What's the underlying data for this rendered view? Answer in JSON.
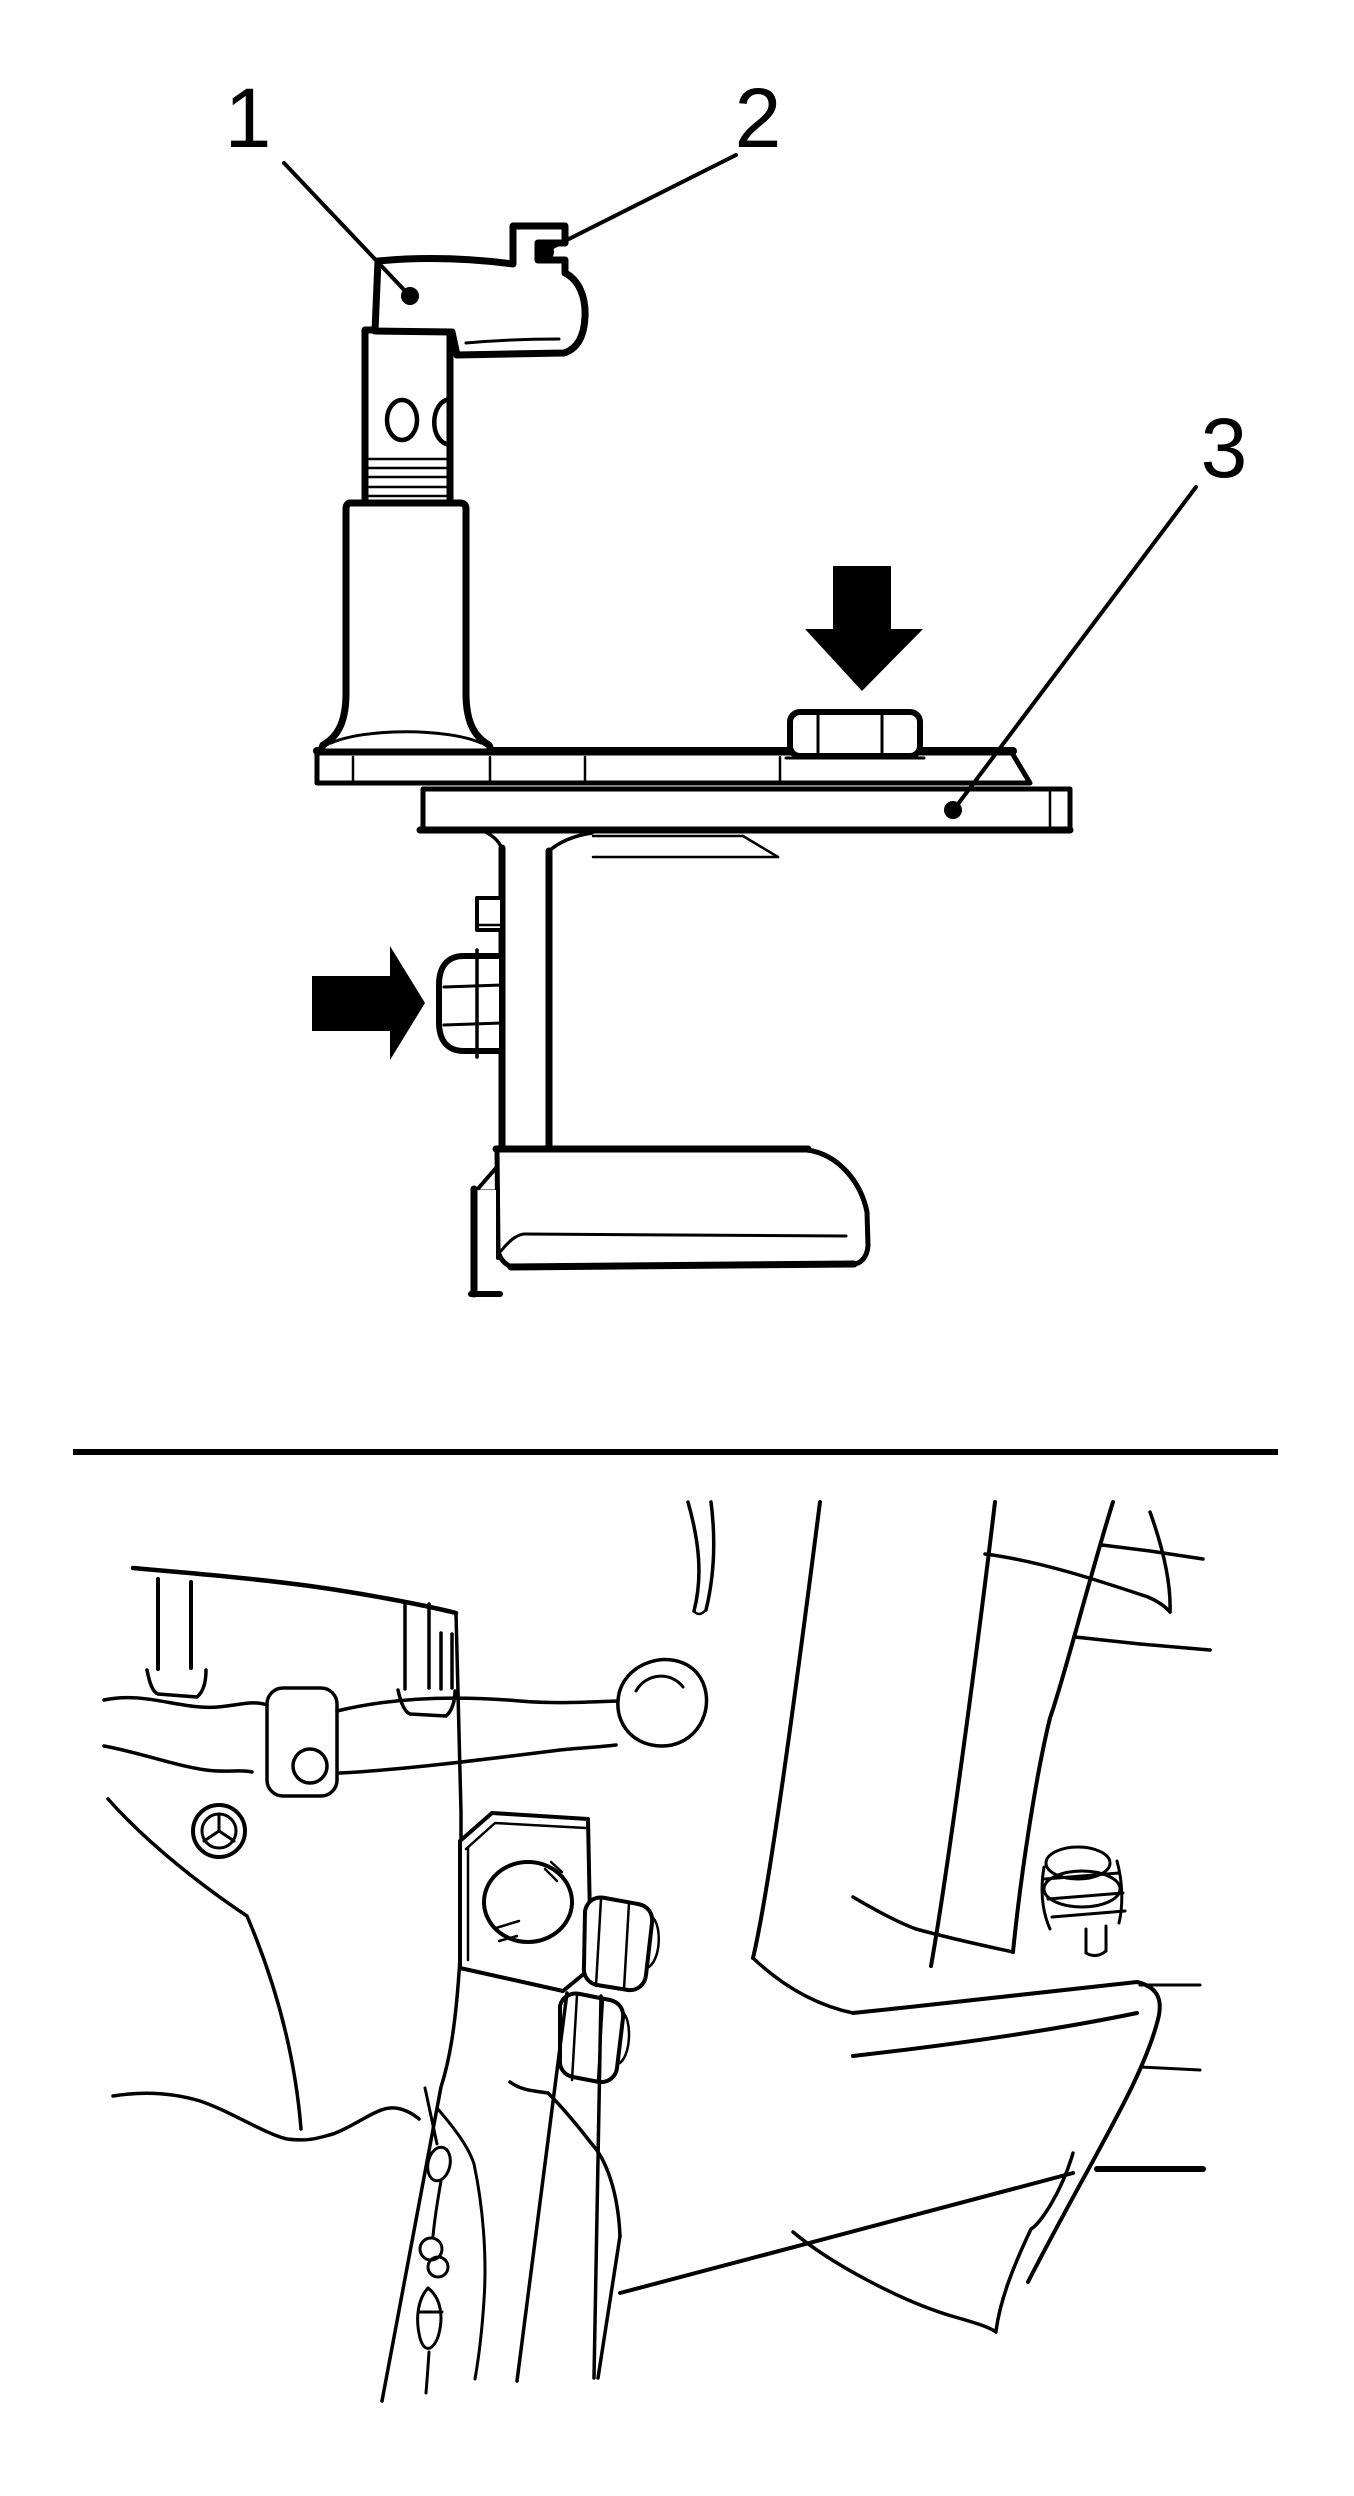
{
  "colors": {
    "ink": "#000000",
    "paper": "#ffffff"
  },
  "top_figure": {
    "callouts": [
      {
        "id": "callout-1",
        "label": "1"
      },
      {
        "id": "callout-2",
        "label": "2"
      },
      {
        "id": "callout-3",
        "label": "3"
      }
    ],
    "arrows": [
      {
        "icon": "down-arrow-icon"
      },
      {
        "icon": "right-arrow-icon"
      }
    ]
  },
  "bottom_figure": {
    "callouts": []
  }
}
